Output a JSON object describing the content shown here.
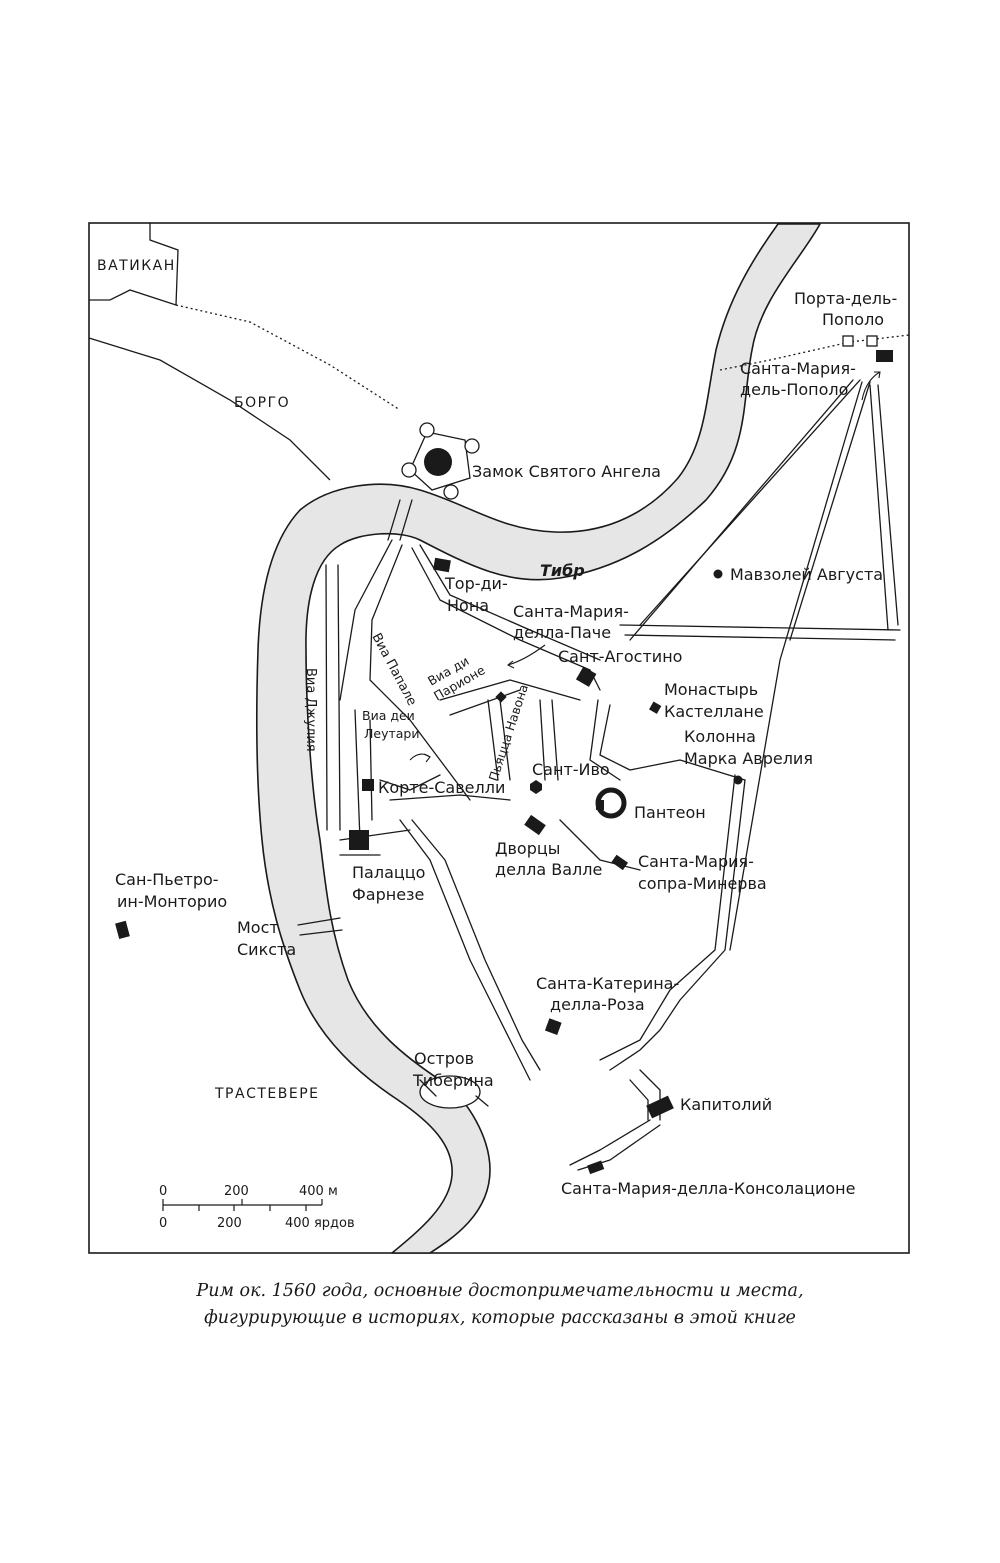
{
  "map": {
    "districts": {
      "vatican": "ВАТИКАН",
      "borgo": "БОРГО",
      "trastevere": "ТРАСТЕВЕРЕ"
    },
    "river": "Тибр",
    "streets": {
      "via_giulia": "Виа Джулия",
      "via_papale": "Виа Папале",
      "via_parione_1": "Виа ди",
      "via_parione_2": "Парионе",
      "via_leutari_1": "Виа деи",
      "via_leutari_2": "Леутари",
      "piazza_navona": "Пьяцца Навона"
    },
    "places": {
      "castel_sant_angelo": "Замок Святого Ангела",
      "porta_popolo_1": "Порта-дель-",
      "porta_popolo_2": "Пополо",
      "santa_maria_popolo_1": "Санта-Мария-",
      "santa_maria_popolo_2": "дель-Пополо",
      "mausoleum_augustus": "Мавзолей Августа",
      "tor_di_nona_1": "Тор-ди-",
      "tor_di_nona_2": "Нона",
      "santa_maria_pace_1": "Санта-Мария-",
      "santa_maria_pace_2": "делла-Паче",
      "sant_agostino": "Сант-Агостино",
      "monastery_1": "Монастырь",
      "monastery_2": "Кастеллане",
      "column_1": "Колонна",
      "column_2": "Марка Аврелия",
      "sant_ivo": "Сант-Иво",
      "pantheon": "Пантеон",
      "corte_savelli": "Корте-Савелли",
      "palazzi_valle_1": "Дворцы",
      "palazzi_valle_2": "делла Валле",
      "minerva_1": "Санта-Мария-",
      "minerva_2": "сопра-Минерва",
      "palazzo_farnese_1": "Палаццо",
      "palazzo_farnese_2": "Фарнезе",
      "san_pietro_1": "Сан-Пьетро-",
      "san_pietro_2": "ин-Монторио",
      "ponte_sisto_1": "Мост",
      "ponte_sisto_2": "Сикста",
      "santa_caterina_1": "Санта-Катерина-",
      "santa_caterina_2": "делла-Роза",
      "tiber_island_1": "Остров",
      "tiber_island_2": "Тиберина",
      "capitol": "Капитолий",
      "consolazione": "Санта-Мария-делла-Консолационе"
    },
    "scale": {
      "m_0": "0",
      "m_200": "200",
      "m_400": "400 м",
      "y_0": "0",
      "y_200": "200",
      "y_400": "400 ярдов"
    }
  },
  "caption": {
    "line1": "Рим ок. 1560 года, основные достопримечательности и места,",
    "line2": "фигурирующие в историях, которые рассказаны в этой книге"
  },
  "colors": {
    "ink": "#1a1a1a",
    "river_fill": "#e6e6e6",
    "paper": "#ffffff"
  }
}
